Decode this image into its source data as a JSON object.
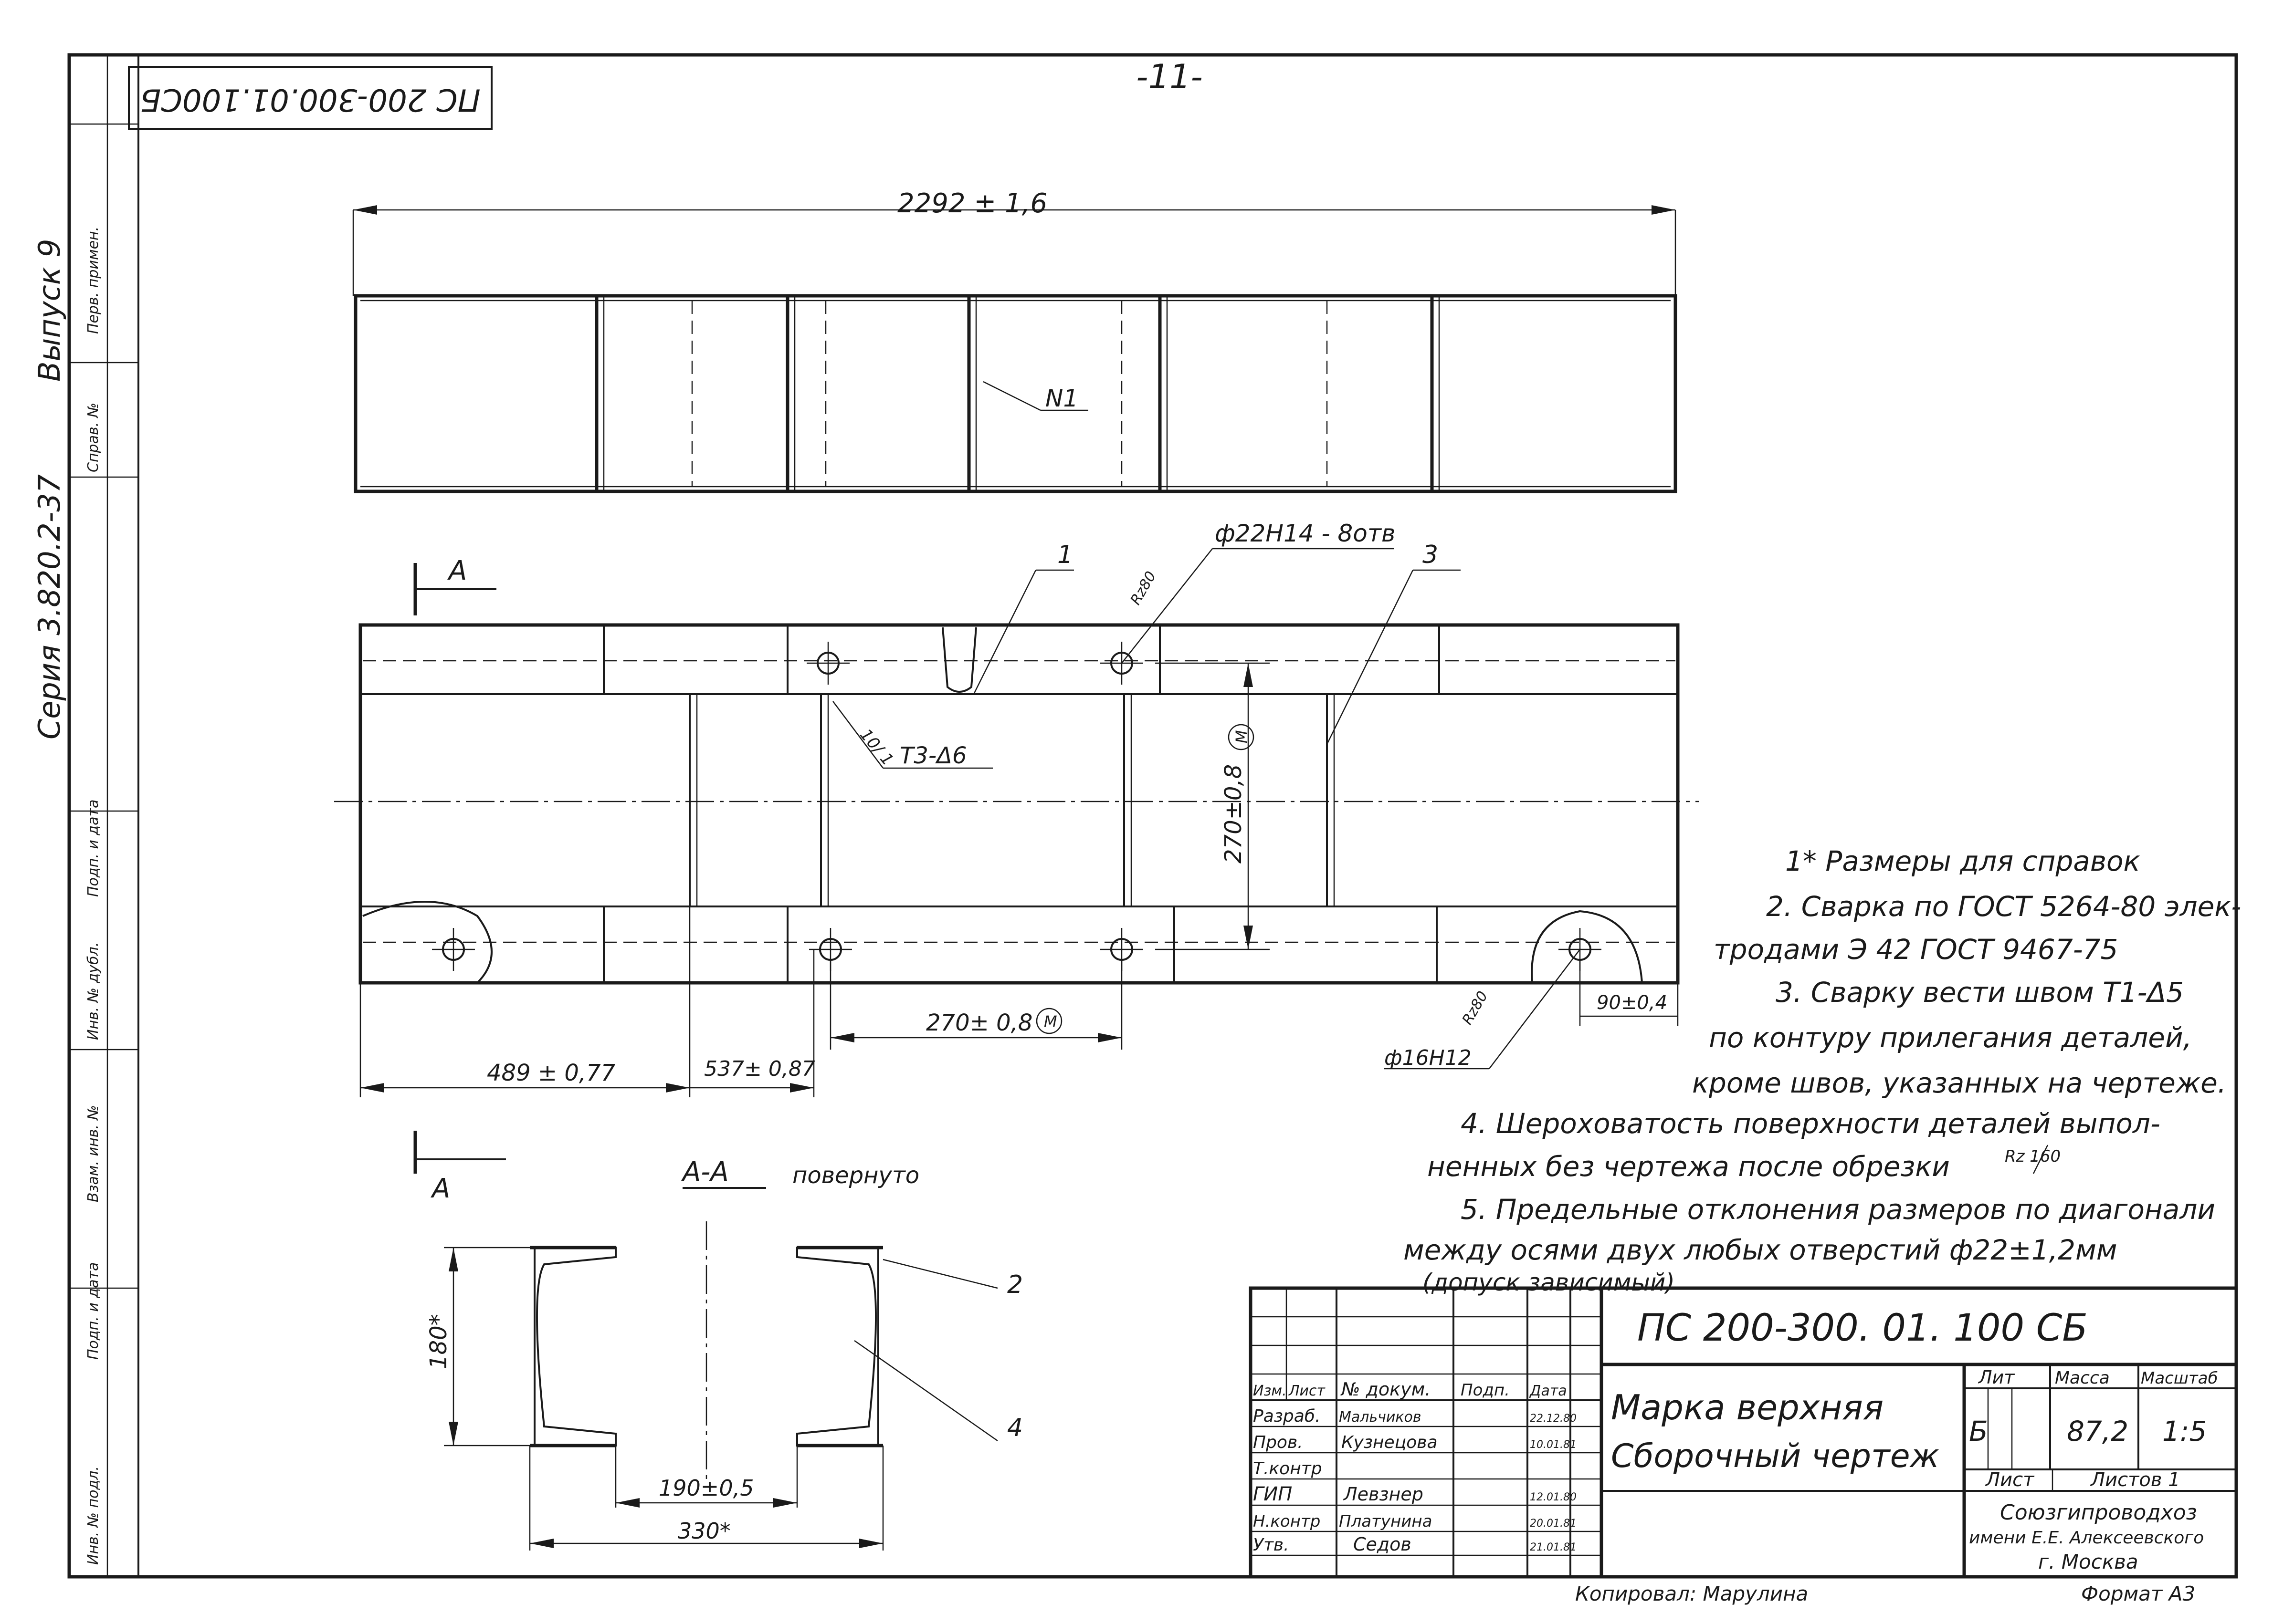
{
  "page_number": "-11-",
  "doc_code_rotated": "ПС 200-300.01.100СБ",
  "side_strip": {
    "series": "Серия 3.820.2-37",
    "issue": "Выпуск 9",
    "labels": [
      "Перв. примен.",
      "Справ. №",
      "Подп. и дата",
      "Инв. № дубл.",
      "Взам. инв. №",
      "Подп. и дата",
      "Инв. № подл."
    ]
  },
  "top_view": {
    "overall_dim": "2292 ± 1,6",
    "weld_label": "N1"
  },
  "main_view": {
    "section_mark": "A",
    "leader_1": "1",
    "leader_3": "3",
    "hole_top": "ф22Н14 - 8отв",
    "rz_top": "Rz80",
    "weld_note": "10/ 1",
    "weld_symbol": "Т3-Δ6",
    "dim_vertical": "270±0,8",
    "dim_m": "M",
    "dim_bottom": "270± 0,8",
    "dim_left": "489 ± 0,77",
    "dim_left2": "537± 0,87",
    "dim_right": "90±0,4",
    "hole_bottom": "ф16Н12",
    "rz_bottom": "Rz80"
  },
  "section_view": {
    "title": "А-А",
    "rotated": "повернуто",
    "mark": "А",
    "dim_height": "180*",
    "dim_inner": "190±0,5",
    "dim_outer": "330*",
    "leader_2": "2",
    "leader_4": "4"
  },
  "notes": [
    "1* Размеры для справок",
    "2. Сварка по ГОСТ 5264-80 элек-",
    "тродами Э 42 ГОСТ 9467-75",
    "3. Сварку вести швом Т1-Δ5",
    "по контуру прилегания деталей,",
    "кроме швов, указанных на чертеже.",
    "4. Шероховатость поверхности деталей выпол-",
    "ненных без чертежа после обрезки",
    "5. Предельные отклонения размеров по диагонали",
    "между осями двух любых отверстий ф22±1,2мм",
    "(допуск зависимый)"
  ],
  "note_rz": "Rz 160",
  "title_block": {
    "designation": "ПС 200-300. 01. 100 СБ",
    "name_line1": "Марка верхняя",
    "name_line2": "Сборочный чертеж",
    "col_headers": [
      "Изм.",
      "Лист",
      "№ докум.",
      "Подп.",
      "Дата"
    ],
    "rows": [
      {
        "role": "Разраб.",
        "name": "Мальчиков",
        "date": "22.12.80"
      },
      {
        "role": "Пров.",
        "name": "Кузнецова",
        "date": "10.01.81"
      },
      {
        "role": "Т.контр",
        "name": "",
        "date": ""
      },
      {
        "role": "ГИП",
        "name": "Левзнер",
        "date": "12.01.80"
      },
      {
        "role": "Н.контр",
        "name": "Платунина",
        "date": "20.01.81"
      },
      {
        "role": "Утв.",
        "name": "Седов",
        "date": "21.01.81"
      }
    ],
    "lit_label": "Лит",
    "mass_label": "Масса",
    "scale_label": "Масштаб",
    "lit_value": "Б",
    "mass_value": "87,2",
    "scale_value": "1:5",
    "sheet_label": "Лист",
    "sheets_label": "Листов 1",
    "org_line1": "Союзгипроводхоз",
    "org_line2": "имени Е.Е. Алексеевского",
    "org_line3": "г. Москва"
  },
  "copied_by": "Копировал: Марулина",
  "format": "Формат А3"
}
